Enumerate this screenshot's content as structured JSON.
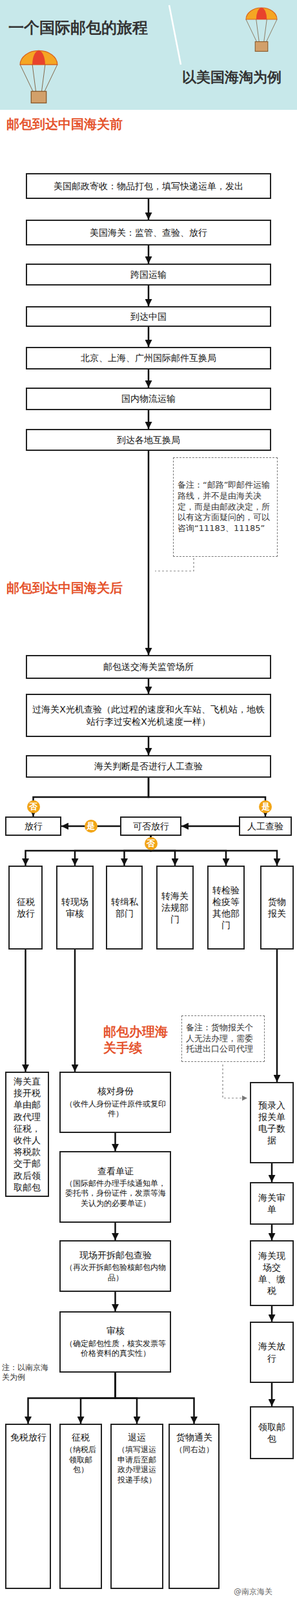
{
  "diagram": {
    "title": "一个国际邮包的旅程",
    "nodes": [
      {
        "text": [
          "美国邮政寄收：物品打包，填写快递运单，发出"
        ]
      },
      {
        "text": [
          "美国海关：监管、查验、放行"
        ]
      },
      {
        "text": [
          "跨国运输"
        ]
      },
      {
        "text": [
          "到达中国"
        ]
      },
      {
        "text": [
          "北京、上海、广州国际邮件互换局"
        ]
      },
      {
        "text": [
          "国内物流运输"
        ]
      },
      {
        "text": [
          "到达各地互换局"
        ]
      },
      {
        "text": [
          "备注：“邮路”即邮件运输路线，并不是由海关决定，而是由邮政决定，所以有这方面疑问的，可以咨询“11183、11185”"
        ]
      },
      {
        "text": [
          "邮包送交海关监管场所"
        ]
      },
      {
        "text": [
          "过海关X光机查验（此过程的速度和火车站、飞机站，地铁站行李过安检X光机速度一样）"
        ]
      },
      {
        "text": [
          "海关判断是否进行人工查验"
        ]
      },
      {
        "text": [
          "放行"
        ]
      },
      {
        "text": [
          "可否放行"
        ]
      },
      {
        "text": [
          "人工查验"
        ]
      },
      {
        "text": [
          "征税放行"
        ]
      },
      {
        "text": [
          "转现场审核"
        ]
      },
      {
        "text": [
          "转缉私部门"
        ]
      },
      {
        "text": [
          "转海关法规部门"
        ]
      },
      {
        "text": [
          "转检验检疫等其他部门"
        ]
      },
      {
        "text": [
          "货物报关"
        ]
      },
      {
        "text": [
          "备注：货物报关个人无法办理，需委托进出口公司代理"
        ]
      },
      {
        "text": [
          "海关直接开税单由邮政代理征税，收件人将税款交于邮政后领取邮包"
        ]
      },
      {
        "text": [
          "核对身份",
          "（收件人身份证件原件或复印件）"
        ]
      },
      {
        "text": [
          "查看单证",
          "（国际邮件办理手续通知单，委托书，身份证件，发票等海关认为的必要单证）"
        ]
      },
      {
        "text": [
          "现场开拆邮包查验",
          "（再次开拆邮包验核邮包内物品）"
        ]
      },
      {
        "text": [
          "审核",
          "（确定邮包性质，核实发票等价格资料的真实性）"
        ]
      },
      {
        "text": [
          "预录入报关单电子数据"
        ]
      },
      {
        "text": [
          "海关审单"
        ]
      },
      {
        "text": [
          "海关现场交单、缴税"
        ]
      },
      {
        "text": [
          "海关放行"
        ]
      },
      {
        "text": [
          "免税放行"
        ]
      },
      {
        "text": [
          "征税",
          "（纳税后领取邮包）"
        ]
      },
      {
        "text": [
          "退运",
          "（填写退运申请后至邮政办理退运投递手续）"
        ]
      },
      {
        "text": [
          "货物通关",
          "（同右边）"
        ]
      },
      {
        "text": [
          "领取邮包"
        ]
      }
    ],
    "edges": [
      {
        "from": 0,
        "to": 1,
        "arrow": "to"
      },
      {
        "from": 1,
        "to": 2,
        "arrow": "to"
      },
      {
        "from": 2,
        "to": 3,
        "arrow": "to"
      },
      {
        "from": 3,
        "to": 4,
        "arrow": "to"
      },
      {
        "from": 4,
        "to": 5,
        "arrow": "to"
      },
      {
        "from": 5,
        "to": 6,
        "arrow": "to"
      },
      {
        "from": 6,
        "to": 8,
        "arrow": "to"
      },
      {
        "from": 8,
        "to": 9,
        "arrow": "to"
      },
      {
        "from": 9,
        "to": 10,
        "arrow": "to"
      },
      {
        "from": 10,
        "to": 11,
        "label": "否",
        "arrow": "to"
      },
      {
        "from": 10,
        "to": 13,
        "label": "是",
        "arrow": "to"
      },
      {
        "from": 13,
        "to": 12,
        "arrow": "to"
      },
      {
        "from": 12,
        "to": 11,
        "label": "是",
        "arrow": "to"
      },
      {
        "from": 12,
        "to": 14,
        "label": "否",
        "arrow": "to"
      },
      {
        "from": 12,
        "to": 15,
        "arrow": "to"
      },
      {
        "from": 12,
        "to": 16,
        "arrow": "to"
      },
      {
        "from": 12,
        "to": 17,
        "arrow": "to"
      },
      {
        "from": 12,
        "to": 18,
        "arrow": "to"
      },
      {
        "from": 12,
        "to": 19,
        "arrow": "to"
      },
      {
        "from": 14,
        "to": 21,
        "arrow": "to"
      },
      {
        "from": 15,
        "to": 22,
        "arrow": "to"
      },
      {
        "from": 22,
        "to": 23,
        "arrow": "to"
      },
      {
        "from": 23,
        "to": 24,
        "arrow": "to"
      },
      {
        "from": 24,
        "to": 25,
        "arrow": "to"
      },
      {
        "from": 25,
        "to": 30,
        "arrow": "to"
      },
      {
        "from": 25,
        "to": 31,
        "arrow": "to"
      },
      {
        "from": 25,
        "to": 32,
        "arrow": "to"
      },
      {
        "from": 25,
        "to": 33,
        "arrow": "to"
      },
      {
        "from": 19,
        "to": 26,
        "arrow": "to"
      },
      {
        "from": 26,
        "to": 27,
        "arrow": "to"
      },
      {
        "from": 27,
        "to": 28,
        "arrow": "to"
      },
      {
        "from": 28,
        "to": 29,
        "arrow": "to"
      },
      {
        "from": 29,
        "to": 34,
        "arrow": "to"
      }
    ],
    "labels": [
      "以美国海淘为例",
      "邮包到达中国海关前",
      "邮包到达中国海关后",
      "邮包办理海关手续",
      "注：以南京海关为例",
      "@南京海关"
    ]
  }
}
